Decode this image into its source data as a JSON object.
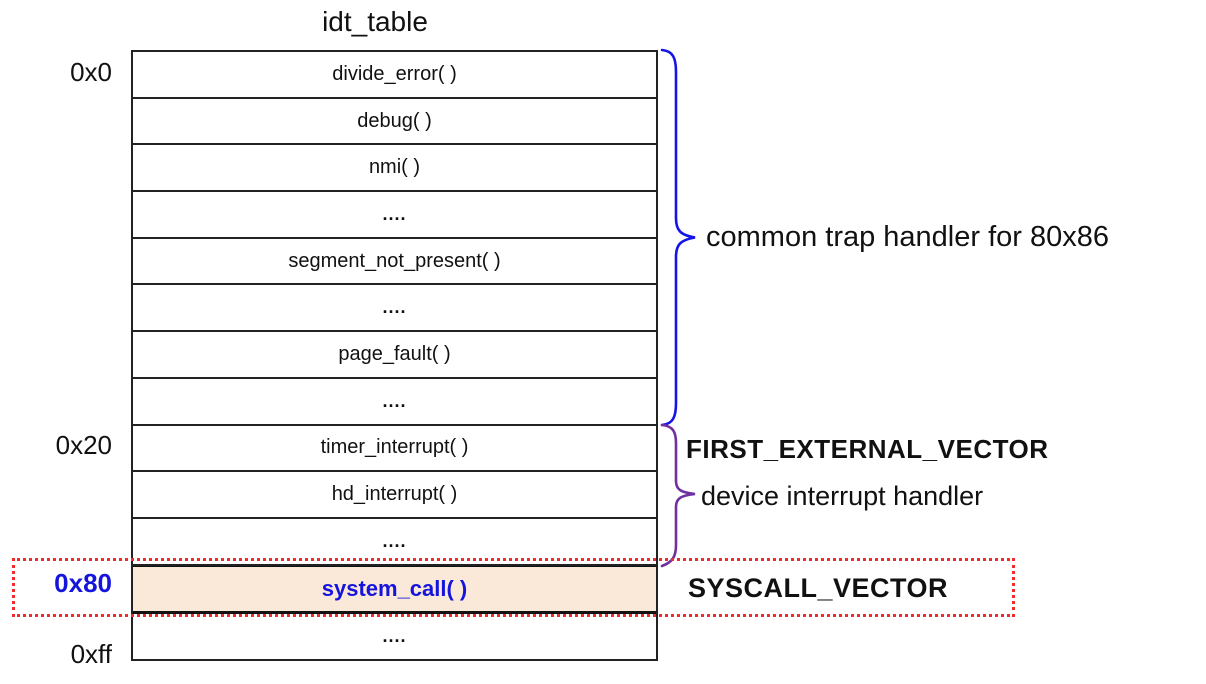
{
  "title": "idt_table",
  "table": {
    "rows": [
      {
        "text": "divide_error( )"
      },
      {
        "text": "debug( )"
      },
      {
        "text": "nmi( )"
      },
      {
        "text": "...."
      },
      {
        "text": "segment_not_present( )"
      },
      {
        "text": "...."
      },
      {
        "text": "page_fault( )"
      },
      {
        "text": "...."
      },
      {
        "text": "timer_interrupt( )"
      },
      {
        "text": "hd_interrupt( )"
      },
      {
        "text": "...."
      },
      {
        "text": "system_call( )"
      },
      {
        "text": "...."
      }
    ]
  },
  "addresses": {
    "start": "0x0",
    "first_external": "0x20",
    "syscall": "0x80",
    "end": "0xff"
  },
  "annotations": {
    "trap_handler": "common trap handler for 80x86",
    "first_external_vector": "FIRST_EXTERNAL_VECTOR",
    "device_handler": "device interrupt handler",
    "syscall_vector": "SYSCALL_VECTOR"
  },
  "colors": {
    "highlight_bg": "#fae9d9",
    "highlight_text": "#1414dd",
    "brace_trap": "#1414e8",
    "brace_device": "#7030a0",
    "syscall_box": "#ee2c2c",
    "line": "#222222"
  }
}
